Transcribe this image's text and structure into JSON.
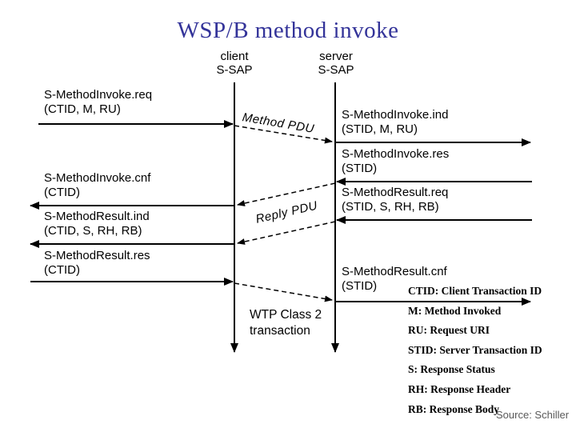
{
  "title": "WSP/B method invoke",
  "colors": {
    "title": "#333399",
    "diagram": "#000000",
    "source_text": "#595959"
  },
  "lifelines": [
    {
      "role": "client",
      "sap": "S-SAP"
    },
    {
      "role": "server",
      "sap": "S-SAP"
    }
  ],
  "client_messages": [
    {
      "name": "S-MethodInvoke.req",
      "params": "(CTID, M, RU)",
      "direction": "into-lifeline"
    },
    {
      "name": "S-MethodInvoke.cnf",
      "params": "(CTID)",
      "direction": "out-of-lifeline"
    },
    {
      "name": "S-MethodResult.ind",
      "params": "(CTID, S, RH, RB)",
      "direction": "out-of-lifeline"
    },
    {
      "name": "S-MethodResult.res",
      "params": "(CTID)",
      "direction": "into-lifeline"
    }
  ],
  "server_messages": [
    {
      "name": "S-MethodInvoke.ind",
      "params": "(STID, M, RU)",
      "direction": "out-of-lifeline"
    },
    {
      "name": "S-MethodInvoke.res",
      "params": "(STID)",
      "direction": "into-lifeline"
    },
    {
      "name": "S-MethodResult.req",
      "params": "(STID, S, RH, RB)",
      "direction": "into-lifeline"
    },
    {
      "name": "S-MethodResult.cnf",
      "params": "(STID)",
      "direction": "out-of-lifeline"
    }
  ],
  "pdu_labels": {
    "method": "Method PDU",
    "reply": "Reply PDU"
  },
  "wtp_note": {
    "line1": "WTP Class 2",
    "line2": "transaction"
  },
  "legend": [
    "CTID: Client Transaction ID",
    "M: Method Invoked",
    "RU: Request URI",
    "STID: Server Transaction ID",
    "S: Response Status",
    "RH: Response Header",
    "RB: Response Body"
  ],
  "source": "Source: Schiller"
}
